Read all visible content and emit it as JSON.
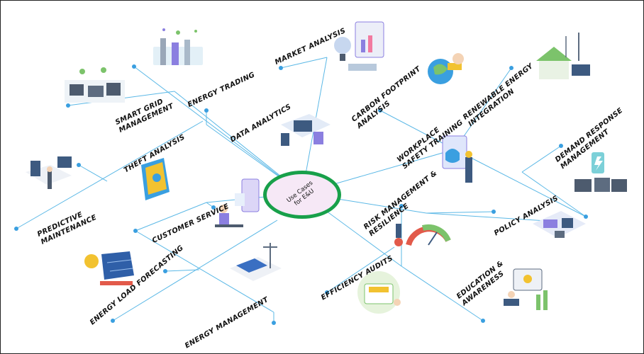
{
  "hub": {
    "title": "Use Cases\nfor E&U"
  },
  "use_cases": [
    {
      "id": "market-analysis",
      "label": "MARKET ANALYSIS"
    },
    {
      "id": "energy-trading",
      "label": "ENERGY TRADING"
    },
    {
      "id": "smart-grid",
      "label": "SMART GRID\nMANAGEMENT"
    },
    {
      "id": "carbon-footprint",
      "label": "CARBON FOOTPRINT\nANALYSIS"
    },
    {
      "id": "renewable-energy",
      "label": "RENEWABLE ENERGY\nINTEGRATION"
    },
    {
      "id": "data-analytics",
      "label": "DATA ANALYTICS"
    },
    {
      "id": "theft-analysis",
      "label": "THEFT ANALYSIS"
    },
    {
      "id": "workplace-safety",
      "label": "WORKPLACE\nSAFETY TRAINING"
    },
    {
      "id": "demand-response",
      "label": "DEMAND RESPONSE\nMANAGEMENT"
    },
    {
      "id": "predictive-maintenance",
      "label": "PREDICTIVE\nMAINTENANCE"
    },
    {
      "id": "risk-management",
      "label": "RISK MANAGEMENT &\nRESILIENCE"
    },
    {
      "id": "customer-service",
      "label": "CUSTOMER SERVICE"
    },
    {
      "id": "policy-analysis",
      "label": "POLICY ANALYSIS"
    },
    {
      "id": "energy-load-forecasting",
      "label": "ENERGY LOAD FORECASTING"
    },
    {
      "id": "efficiency-audits",
      "label": "EFFICIENCY AUDITS"
    },
    {
      "id": "education-awareness",
      "label": "EDUCATION &\nAWARENESS"
    },
    {
      "id": "energy-management",
      "label": "ENERGY MANAGEMENT"
    }
  ],
  "colors": {
    "line": "#5bb8e6",
    "dot": "#3a9fe0",
    "hub_ring": "#18a04a",
    "hub_fill": "#f6e8f6",
    "accent_purple": "#8b7fe0",
    "accent_green": "#7cc36b",
    "accent_yellow": "#f2c230"
  }
}
